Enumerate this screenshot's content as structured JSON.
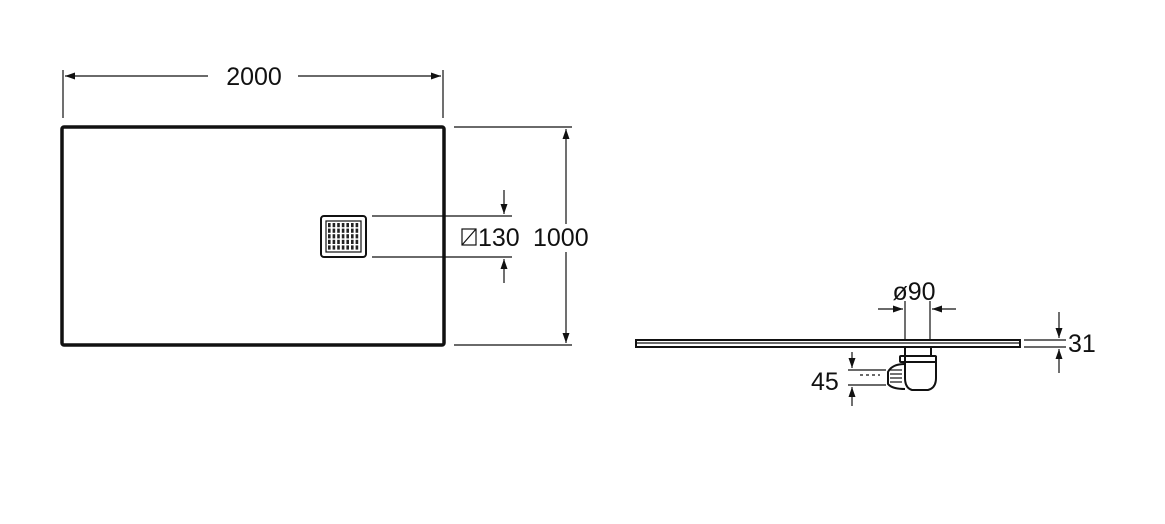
{
  "drawing": {
    "plan_view": {
      "length_label": "2000",
      "width_label": "1000",
      "drain_label": "130",
      "drain_symbol": "square-icon"
    },
    "side_view": {
      "waste_diameter_label": "ø90",
      "tray_height_label": "31",
      "waste_height_label": "45"
    }
  }
}
